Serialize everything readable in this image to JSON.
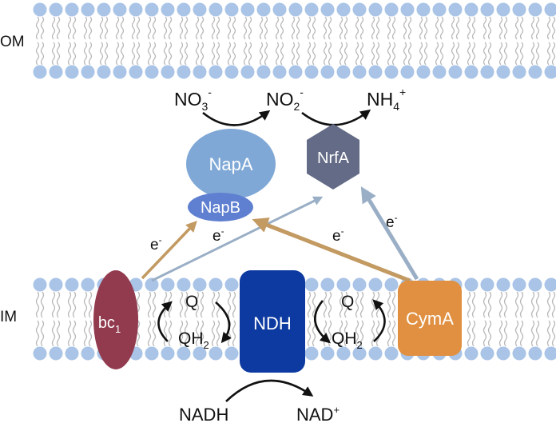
{
  "membranes": {
    "outer": {
      "label": "OM"
    },
    "inner": {
      "label": "IM"
    }
  },
  "colors": {
    "lipid_head": "#a9c4e6",
    "lipid_tail": "#b8b8b8",
    "napA": "#7fa8d6",
    "napB": "#5f7fd0",
    "nrfA": "#646b86",
    "bc1": "#923a4e",
    "ndh": "#0d3aa0",
    "cymA": "#e09040",
    "arrow_brown": "#c29a62",
    "arrow_blue": "#9aafc6",
    "text_dark": "#111111",
    "text_light": "#ffffff"
  },
  "proteins": {
    "napA": "NapA",
    "napB": "NapB",
    "nrfA": "NrfA",
    "bc1": {
      "base": "bc",
      "sub": "1"
    },
    "ndh": "NDH",
    "cymA": "CymA"
  },
  "species": {
    "no3": {
      "base": "NO",
      "sub": "3",
      "sup": "-"
    },
    "no2": {
      "base": "NO",
      "sub": "2",
      "sup": "-"
    },
    "nh4": {
      "base": "NH",
      "sub": "4",
      "sup": "+"
    },
    "nadh": "NADH",
    "nad": {
      "base": "NAD",
      "sup": "+"
    },
    "q_left": "Q",
    "qh2_left": {
      "base": "QH",
      "sub": "2"
    },
    "q_right": "Q",
    "qh2_right": {
      "base": "QH",
      "sub": "2"
    }
  },
  "electrons": {
    "bc1_to_napB": {
      "base": "e",
      "sup": "-"
    },
    "bc1_to_nrfA": {
      "base": "e",
      "sup": "-"
    },
    "cymA_to_napB": {
      "base": "e",
      "sup": "-"
    },
    "cymA_to_nrfA": {
      "base": "e",
      "sup": "-"
    }
  }
}
